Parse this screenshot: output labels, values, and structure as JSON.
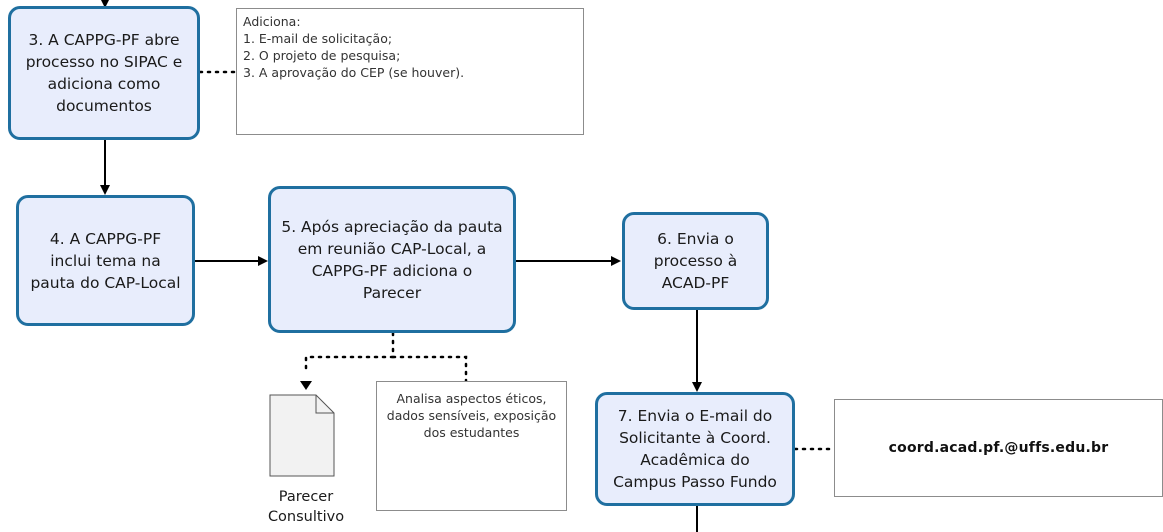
{
  "steps": {
    "step3": "3. A CAPPG-PF abre processo no SIPAC e adiciona como documentos",
    "step4": "4. A CAPPG-PF inclui tema na pauta do CAP-Local",
    "step5": "5. Após apreciação da pauta em reunião CAP-Local, a CAPPG-PF adiciona o Parecer",
    "step6": "6. Envia o processo à ACAD-PF",
    "step7": "7. Envia o E-mail do Solicitante à Coord. Acadêmica do Campus Passo Fundo"
  },
  "notes": {
    "documents": "Adiciona:\n1. E-mail de solicitação;\n2. O projeto de pesquisa;\n3. A aprovação do CEP (se houver).",
    "analysis": "Analisa aspectos éticos, dados sensíveis, exposição dos estudantes",
    "email": "coord.acad.pf.@uffs.edu.br"
  },
  "document_label": "Parecer\nConsultivo",
  "colors": {
    "node_fill": "#e8edfc",
    "node_border": "#1f6fa0",
    "connector": "#000000",
    "note_border": "#8c8c8c"
  }
}
